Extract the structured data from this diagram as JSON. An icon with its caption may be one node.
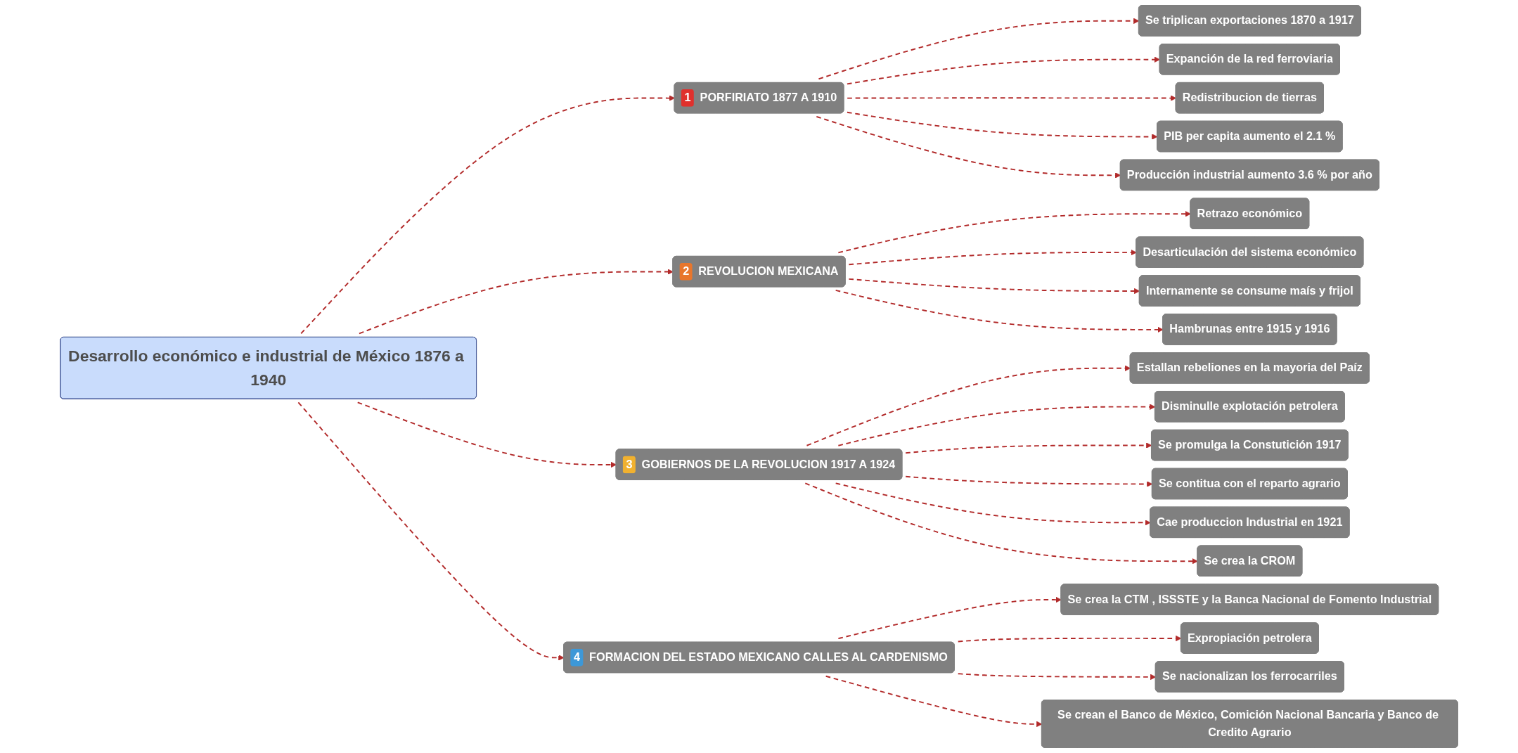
{
  "diagram": {
    "nodes": [
      {
        "text": [
          "Desarrollo económico e industrial de México 1876 a 1940"
        ]
      },
      {
        "text": [
          "1",
          "PORFIRIATO 1877 A 1910"
        ]
      },
      {
        "text": [
          "Se triplican exportaciones 1870 a 1917"
        ]
      },
      {
        "text": [
          "Expanción de la red ferroviaria"
        ]
      },
      {
        "text": [
          "Redistribucion de tierras"
        ]
      },
      {
        "text": [
          "PIB per capita aumento el 2.1 %"
        ]
      },
      {
        "text": [
          "Producción industrial aumento 3.6 % por año"
        ]
      },
      {
        "text": [
          "2",
          "REVOLUCION MEXICANA"
        ]
      },
      {
        "text": [
          "Retrazo económico"
        ]
      },
      {
        "text": [
          "Desarticulación del sistema económico"
        ]
      },
      {
        "text": [
          "Internamente se consume maís y frijol"
        ]
      },
      {
        "text": [
          "Hambrunas entre 1915 y 1916"
        ]
      },
      {
        "text": [
          "3",
          "GOBIERNOS DE LA REVOLUCION 1917 A 1924"
        ]
      },
      {
        "text": [
          "Estallan rebeliones en la mayoria del Paíz"
        ]
      },
      {
        "text": [
          "Disminulle explotación petrolera"
        ]
      },
      {
        "text": [
          "Se promulga la Constutición 1917"
        ]
      },
      {
        "text": [
          "Se contitua con el reparto agrario"
        ]
      },
      {
        "text": [
          "Cae produccion Industrial en 1921"
        ]
      },
      {
        "text": [
          "Se crea la CROM"
        ]
      },
      {
        "text": [
          "4",
          "FORMACION DEL ESTADO MEXICANO CALLES AL CARDENISMO"
        ]
      },
      {
        "text": [
          "Se crea la CTM , ISSSTE y la Banca Nacional de Fomento Industrial"
        ]
      },
      {
        "text": [
          "Expropiación petrolera"
        ]
      },
      {
        "text": [
          "Se nacionalizan los ferrocarriles"
        ]
      },
      {
        "text": [
          "Se crean el Banco de México, Comición Nacional Bancaria y Banco de Credito Agrario"
        ]
      }
    ],
    "edges": [
      {
        "from": 0,
        "to": 1,
        "arrow": "to",
        "style": "dashed"
      },
      {
        "from": 1,
        "to": 2,
        "arrow": "to",
        "style": "dashed"
      },
      {
        "from": 1,
        "to": 3,
        "arrow": "to",
        "style": "dashed"
      },
      {
        "from": 1,
        "to": 4,
        "arrow": "to",
        "style": "dashed"
      },
      {
        "from": 1,
        "to": 5,
        "arrow": "to",
        "style": "dashed"
      },
      {
        "from": 1,
        "to": 6,
        "arrow": "to",
        "style": "dashed"
      },
      {
        "from": 0,
        "to": 7,
        "arrow": "to",
        "style": "dashed"
      },
      {
        "from": 7,
        "to": 8,
        "arrow": "to",
        "style": "dashed"
      },
      {
        "from": 7,
        "to": 9,
        "arrow": "to",
        "style": "dashed"
      },
      {
        "from": 7,
        "to": 10,
        "arrow": "to",
        "style": "dashed"
      },
      {
        "from": 7,
        "to": 11,
        "arrow": "to",
        "style": "dashed"
      },
      {
        "from": 0,
        "to": 12,
        "arrow": "to",
        "style": "dashed"
      },
      {
        "from": 12,
        "to": 13,
        "arrow": "to",
        "style": "dashed"
      },
      {
        "from": 12,
        "to": 14,
        "arrow": "to",
        "style": "dashed"
      },
      {
        "from": 12,
        "to": 15,
        "arrow": "to",
        "style": "dashed"
      },
      {
        "from": 12,
        "to": 16,
        "arrow": "to",
        "style": "dashed"
      },
      {
        "from": 12,
        "to": 17,
        "arrow": "to",
        "style": "dashed"
      },
      {
        "from": 12,
        "to": 18,
        "arrow": "to",
        "style": "dashed"
      },
      {
        "from": 0,
        "to": 19,
        "arrow": "to",
        "style": "dashed"
      },
      {
        "from": 19,
        "to": 20,
        "arrow": "to",
        "style": "dashed"
      },
      {
        "from": 19,
        "to": 21,
        "arrow": "to",
        "style": "dashed"
      },
      {
        "from": 19,
        "to": 22,
        "arrow": "to",
        "style": "dashed"
      },
      {
        "from": 19,
        "to": 23,
        "arrow": "to",
        "style": "dashed"
      }
    ]
  }
}
